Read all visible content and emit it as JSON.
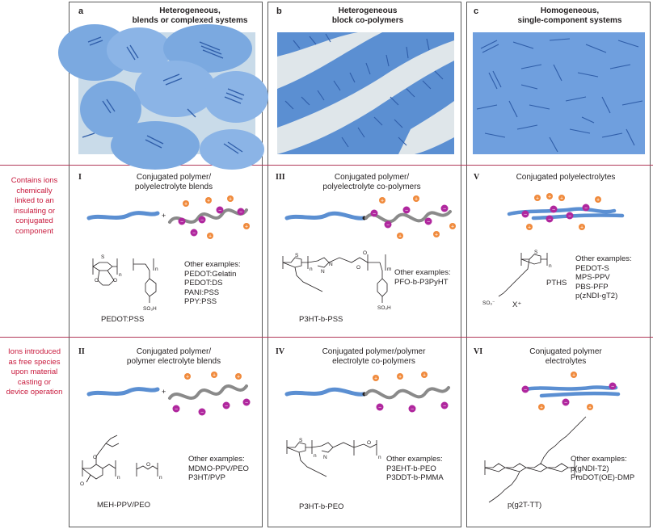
{
  "columns": [
    {
      "letter": "a",
      "title": "Heterogeneous,\nblends or complexed systems"
    },
    {
      "letter": "b",
      "title": "Heterogeneous\nblock co-polymers"
    },
    {
      "letter": "c",
      "title": "Homogeneous,\nsingle-component systems"
    }
  ],
  "rows": [
    {
      "label": "Contains ions\nchemically\nlinked to an\ninsulating or\nconjugated\ncomponent"
    },
    {
      "label": "Ions introduced\nas free species\nupon material\ncasting or\ndevice operation"
    }
  ],
  "panels": {
    "I": {
      "numeral": "I",
      "title": "Conjugated polymer/\npolyelectrolyte blends",
      "examples": "Other examples:\nPEDOT:Gelatin\nPEDOT:DS\nPANI:PSS\nPPY:PSS",
      "name": "PEDOT:PSS"
    },
    "III": {
      "numeral": "III",
      "title": "Conjugated polymer/\npolyelectrolyte co-polymers",
      "examples": "Other examples:\nPFO-b-P3PyHT",
      "name": "P3HT-b-PSS"
    },
    "V": {
      "numeral": "V",
      "title": "Conjugated polyelectrolytes",
      "examples": "Other examples:\nPEDOT-S\nMPS-PPV\nPBS-PFP\np(zNDI-gT2)",
      "name": "PTHS",
      "counterion": "X⁺"
    },
    "II": {
      "numeral": "II",
      "title": "Conjugated polymer/\npolymer electrolyte blends",
      "examples": "Other examples:\nMDMO-PPV/PEO\nP3HT/PVP",
      "name": "MEH-PPV/PEO"
    },
    "IV": {
      "numeral": "IV",
      "title": "Conjugated polymer/polymer\nelectrolyte co-polymers",
      "examples": "Other examples:\nP3EHT-b-PEO\nP3DDT-b-PMMA",
      "name": "P3HT-b-PEO"
    },
    "VI": {
      "numeral": "VI",
      "title": "Conjugated polymer\nelectrolytes",
      "examples": "Other examples:\np(gNDI-T2)\nProDOT(OE)-DMP",
      "name": "p(g2T-TT)"
    }
  },
  "symbols": {
    "plus": "+",
    "minus": "−",
    "sub_n": "n",
    "sub_m": "m",
    "so3h": "SO₃H",
    "so3": "SO₃⁻",
    "o": "O",
    "s": "S",
    "n": "N"
  },
  "colors": {
    "polymer_blue": "#5b8fd2",
    "dark_blue": "#3a6bbf",
    "light_blue": "#8fb4e6",
    "gray_chain": "#8a8a8a",
    "anion": "#b0279e",
    "cation": "#f08a3c",
    "side_text": "#c8193c",
    "divider": "#b23a5a"
  }
}
